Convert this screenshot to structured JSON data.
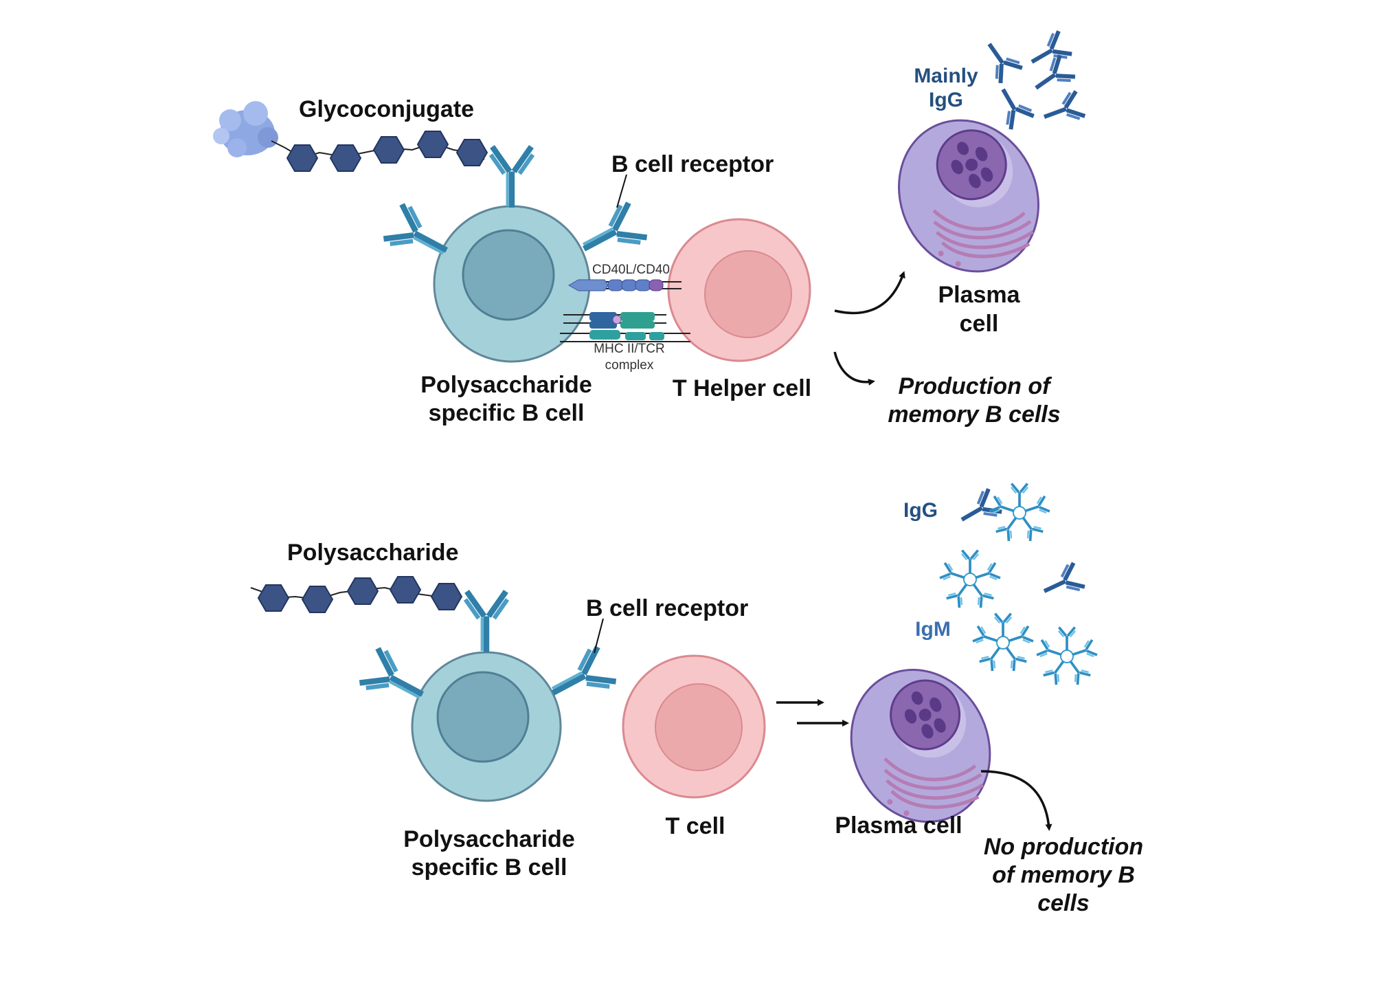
{
  "panel_top": {
    "antigen_label": "Glycoconjugate",
    "receptor_label": "B cell receptor",
    "b_cell_label": [
      "Polysaccharide",
      "specific B cell"
    ],
    "t_cell_label": "T Helper cell",
    "cd40_label": "CD40L/CD40",
    "mhc_label": [
      "MHC II/TCR",
      "complex"
    ],
    "plasma_label": [
      "Plasma",
      "cell"
    ],
    "antibody_label": [
      "Mainly",
      "IgG"
    ],
    "memory_label": [
      "Production of",
      "memory B cells"
    ]
  },
  "panel_bottom": {
    "antigen_label": "Polysaccharide",
    "receptor_label": "B cell receptor",
    "b_cell_label": [
      "Polysaccharide",
      "specific B cell"
    ],
    "t_cell_label": "T cell",
    "plasma_label": "Plasma cell",
    "igg_label": "IgG",
    "igm_label": "IgM",
    "memory_label": [
      "No production",
      "of memory B",
      "cells"
    ]
  },
  "colors": {
    "b_cell": "#a4d0da",
    "b_nucleus": "#79abbd",
    "t_cell": "#f7c6c9",
    "t_nucleus": "#eba9ac",
    "plasma_cell": "#b4a9dc",
    "plasma_nucleus": "#8b67b0",
    "antibody": "#2f7fa8",
    "hexagon": "#3b5485"
  }
}
